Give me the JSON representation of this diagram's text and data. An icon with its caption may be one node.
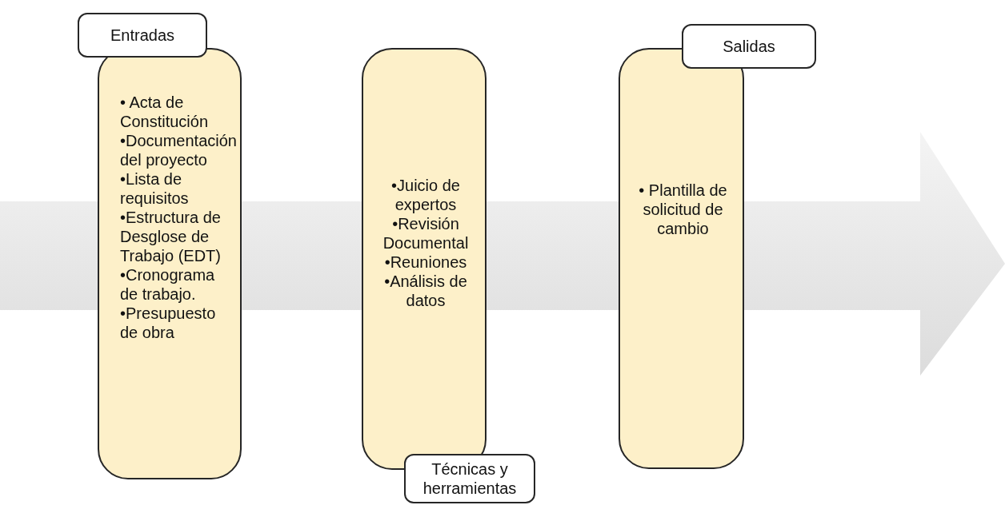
{
  "diagram": {
    "nodes": [
      {
        "text": [],
        "shape": "arrow"
      },
      {
        "text": [
          "Entradas",
          "• Acta de Constitución",
          "•Documentación del proyecto",
          "•Lista de requisitos",
          "•Estructura de Desglose de Trabajo (EDT)",
          "•Cronograma de trabajo.",
          "•Presupuesto de obra"
        ]
      },
      {
        "text": [
          "•Juicio de expertos",
          "•Revisión Documental",
          "•Reuniones",
          "•Análisis de datos",
          "Técnicas y herramientas"
        ]
      },
      {
        "text": [
          "Salidas",
          "• Plantilla de solicitud de cambio"
        ]
      }
    ]
  }
}
